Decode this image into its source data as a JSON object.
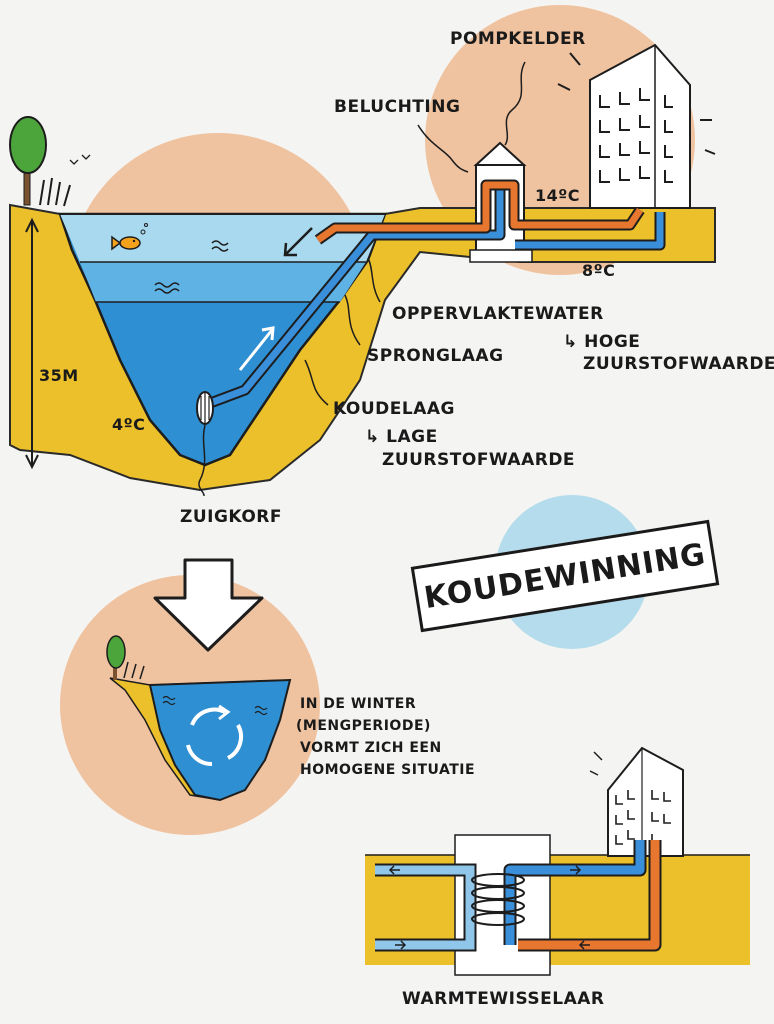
{
  "title": "KOUDEWINNING",
  "labels": {
    "pompkelder": "POMPKELDER",
    "beluchting": "BELUCHTING",
    "temp_14": "14ºC",
    "temp_8": "8ºC",
    "oppervlaktewater": "OPPERVLAKTEWATER",
    "hoge_1": "↳ HOGE",
    "hoge_2": "ZUURSTOFWAARDE",
    "spronglaag": "SPRONGLAAG",
    "koudelaag": "KOUDELAAG",
    "lage_1": "↳ LAGE",
    "lage_2": "ZUURSTOFWAARDE",
    "depth": "35M",
    "temp_4": "4ºC",
    "zuigkorf": "ZUIGKORF",
    "winter_1": "IN DE WINTER",
    "winter_2": "(MENGPERIODE)",
    "winter_3": "VORMT ZICH EEN",
    "winter_4": "HOMOGENE SITUATIE",
    "warmtewisselaar": "WARMTEWISSELAAR"
  },
  "colors": {
    "peach": "#f0c3a0",
    "light_blue": "#b4dced",
    "sand": "#ecc02a",
    "water_top": "#9fd3ee",
    "water_deep": "#2e8fd3",
    "pipe_blue": "#3a8fdb",
    "pipe_orange": "#e7772f",
    "tree_green": "#4ca53b"
  }
}
